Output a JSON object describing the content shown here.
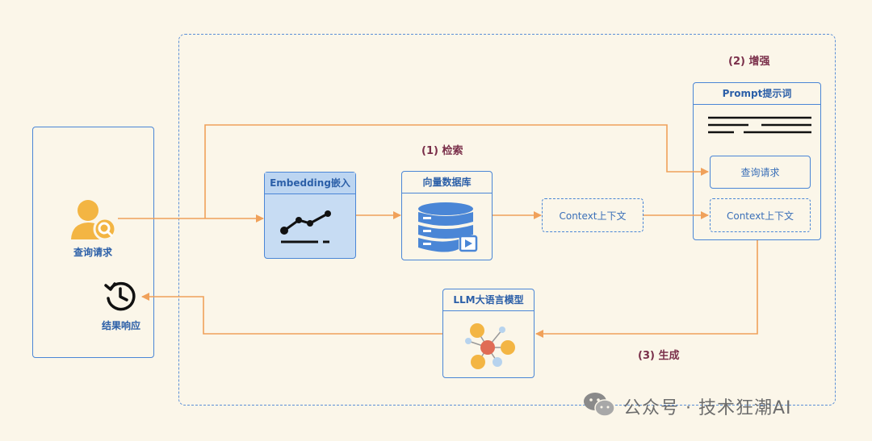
{
  "user": {
    "query_label": "查询请求",
    "result_label": "结果响应"
  },
  "steps": {
    "retrieve": "(1) 检索",
    "augment": "(2) 增强",
    "generate": "(3) 生成"
  },
  "nodes": {
    "embedding": "Embedding嵌入",
    "vector_db": "向量数据库",
    "context": "Context上下文",
    "prompt": "Prompt提示词",
    "prompt_query": "查询请求",
    "prompt_context": "Context上下文",
    "llm": "LLM大语言模型"
  },
  "watermark": {
    "text": "公众号 · 技术狂潮AI"
  },
  "colors": {
    "arrow": "#f0a15a",
    "border": "#4a86d6",
    "step_text": "#7a2f4a",
    "user_icon": "#f3b543"
  },
  "icons": [
    "user-search-icon",
    "history-icon",
    "trend-chart-icon",
    "database-icon",
    "network-icon",
    "wechat-icon"
  ]
}
